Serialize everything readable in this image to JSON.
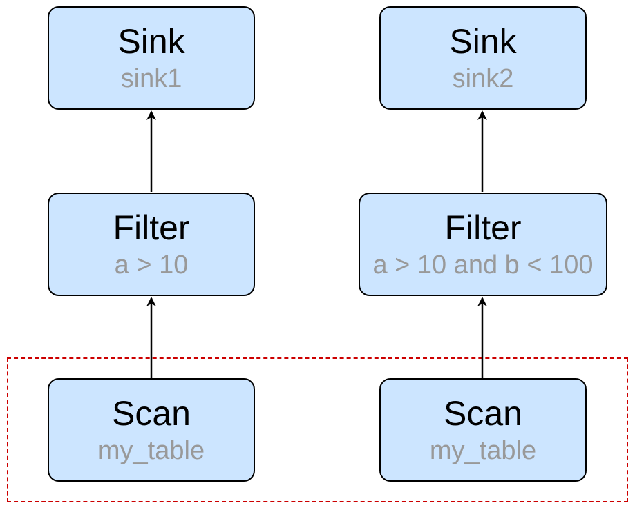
{
  "diagram": {
    "left_pipeline": {
      "sink": {
        "title": "Sink",
        "detail": "sink1"
      },
      "filter": {
        "title": "Filter",
        "detail": "a > 10"
      },
      "scan": {
        "title": "Scan",
        "detail": "my_table"
      }
    },
    "right_pipeline": {
      "sink": {
        "title": "Sink",
        "detail": "sink2"
      },
      "filter": {
        "title": "Filter",
        "detail": "a > 10 and b < 100"
      },
      "scan": {
        "title": "Scan",
        "detail": "my_table"
      }
    },
    "colors": {
      "node_fill": "#cce5ff",
      "node_stroke": "#000000",
      "detail_text": "#999999",
      "group_border": "#cc0000"
    }
  }
}
